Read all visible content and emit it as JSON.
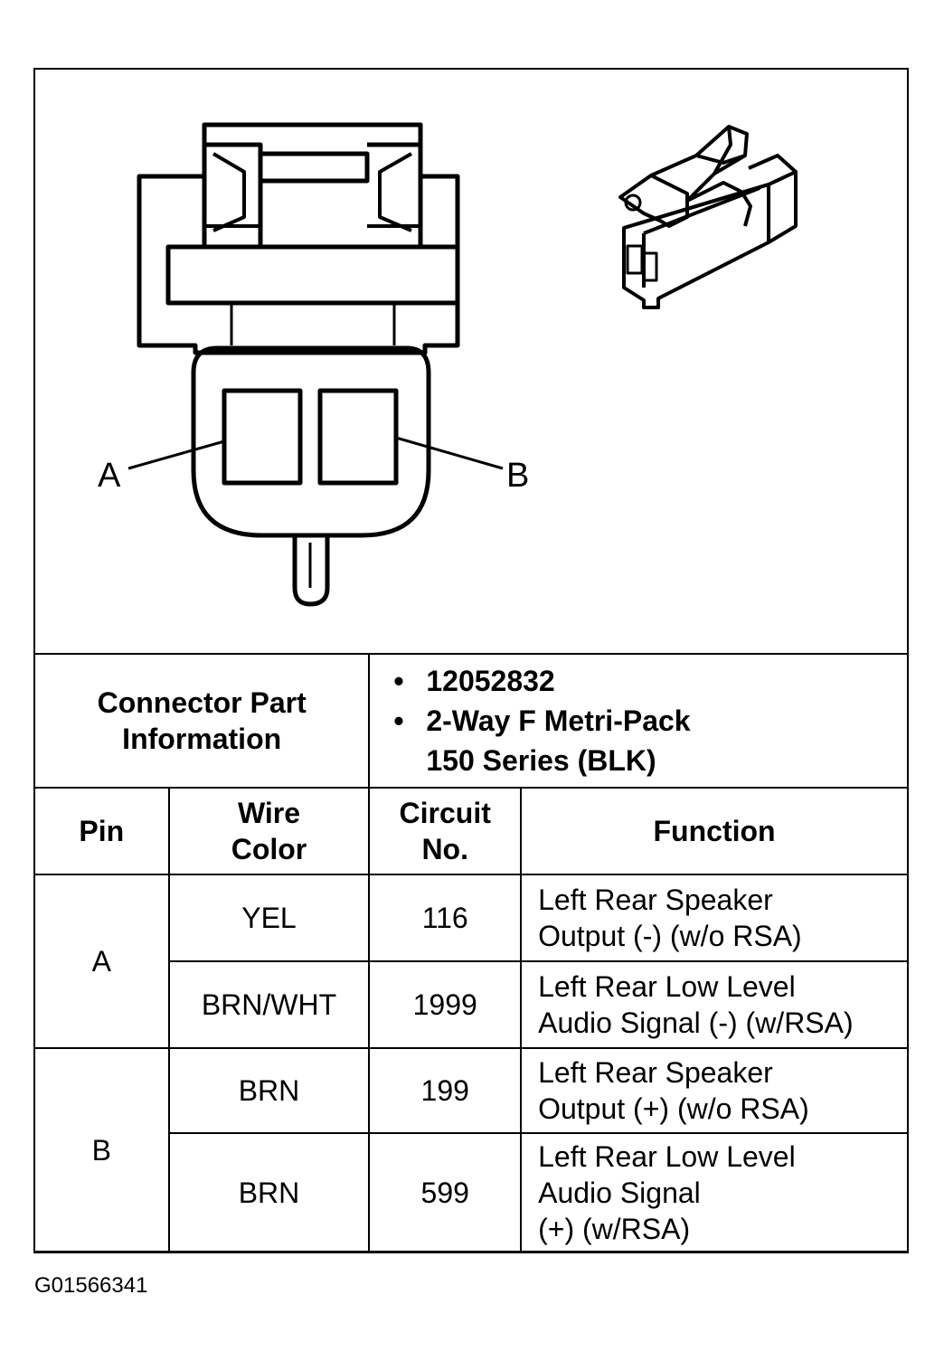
{
  "diagram": {
    "pin_labels": [
      "A",
      "B"
    ]
  },
  "connector_info": {
    "label_line1": "Connector Part",
    "label_line2": "Information",
    "part_number": "12052832",
    "description_line1": "2-Way F Metri-Pack",
    "description_line2": "150 Series (BLK)"
  },
  "table": {
    "headers": {
      "pin": "Pin",
      "wire_color_line1": "Wire",
      "wire_color_line2": "Color",
      "circuit_line1": "Circuit",
      "circuit_line2": "No.",
      "function": "Function"
    },
    "rows": [
      {
        "pin": "A",
        "wire": "YEL",
        "circuit": "116",
        "func1": "Left Rear Speaker",
        "func2": "Output (-) (w/o RSA)",
        "func3": ""
      },
      {
        "pin": "",
        "wire": "BRN/WHT",
        "circuit": "1999",
        "func1": "Left Rear Low Level",
        "func2": "Audio Signal (-) (w/RSA)",
        "func3": ""
      },
      {
        "pin": "B",
        "wire": "BRN",
        "circuit": "199",
        "func1": "Left Rear Speaker",
        "func2": "Output (+) (w/o RSA)",
        "func3": ""
      },
      {
        "pin": "",
        "wire": "BRN",
        "circuit": "599",
        "func1": "Left Rear Low Level",
        "func2": "Audio Signal",
        "func3": "(+) (w/RSA)"
      }
    ]
  },
  "figure_id": "G01566341"
}
